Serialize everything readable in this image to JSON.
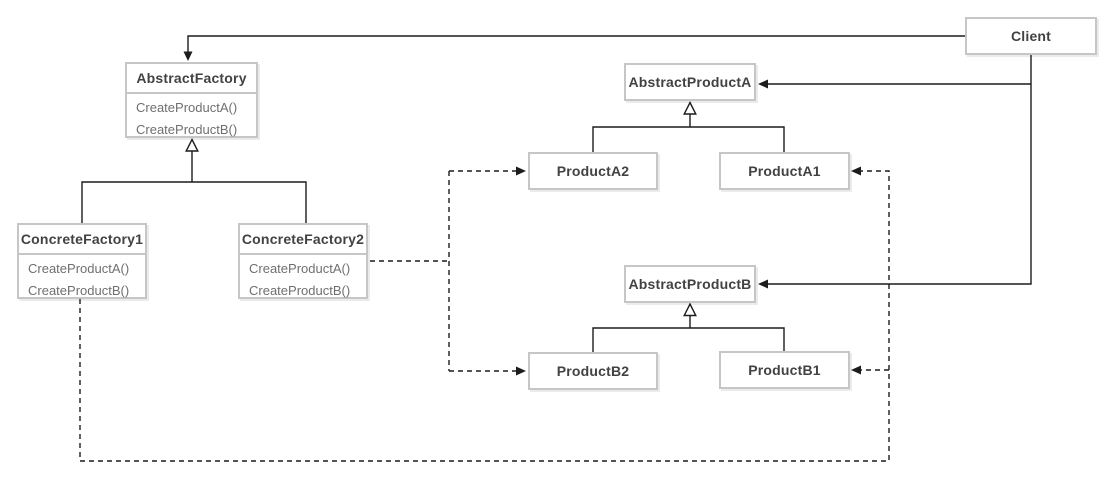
{
  "colors": {
    "background": "#ffffff",
    "box_border": "#c6c6c6",
    "title_text": "#424242",
    "method_text": "#6f6f6f",
    "line": "#1c1c1c"
  },
  "nodes": {
    "client": {
      "title": "Client"
    },
    "abstract_factory": {
      "title": "AbstractFactory",
      "methods": [
        "CreateProductA()",
        "CreateProductB()"
      ]
    },
    "concrete_factory1": {
      "title": "ConcreteFactory1",
      "methods": [
        "CreateProductA()",
        "CreateProductB()"
      ]
    },
    "concrete_factory2": {
      "title": "ConcreteFactory2",
      "methods": [
        "CreateProductA()",
        "CreateProductB()"
      ]
    },
    "abstract_product_a": {
      "title": "AbstractProductA"
    },
    "product_a2": {
      "title": "ProductA2"
    },
    "product_a1": {
      "title": "ProductA1"
    },
    "abstract_product_b": {
      "title": "AbstractProductB"
    },
    "product_b2": {
      "title": "ProductB2"
    },
    "product_b1": {
      "title": "ProductB1"
    }
  },
  "edges": [
    {
      "from": "Client",
      "to": "AbstractFactory",
      "style": "solid-arrow"
    },
    {
      "from": "Client",
      "to": "AbstractProductA",
      "style": "solid-arrow"
    },
    {
      "from": "Client",
      "to": "AbstractProductB",
      "style": "solid-arrow"
    },
    {
      "from": "ConcreteFactory1",
      "to": "AbstractFactory",
      "style": "inheritance-hollow-triangle"
    },
    {
      "from": "ConcreteFactory2",
      "to": "AbstractFactory",
      "style": "inheritance-hollow-triangle"
    },
    {
      "from": "ProductA2",
      "to": "AbstractProductA",
      "style": "inheritance-hollow-triangle"
    },
    {
      "from": "ProductA1",
      "to": "AbstractProductA",
      "style": "inheritance-hollow-triangle"
    },
    {
      "from": "ProductB2",
      "to": "AbstractProductB",
      "style": "inheritance-hollow-triangle"
    },
    {
      "from": "ProductB1",
      "to": "AbstractProductB",
      "style": "inheritance-hollow-triangle"
    },
    {
      "from": "ConcreteFactory2",
      "to": "ProductA2",
      "style": "dashed-arrow"
    },
    {
      "from": "ConcreteFactory2",
      "to": "ProductB2",
      "style": "dashed-arrow"
    },
    {
      "from": "ConcreteFactory1",
      "to": "ProductA1",
      "style": "dashed-arrow"
    },
    {
      "from": "ConcreteFactory1",
      "to": "ProductB1",
      "style": "dashed-arrow"
    }
  ]
}
